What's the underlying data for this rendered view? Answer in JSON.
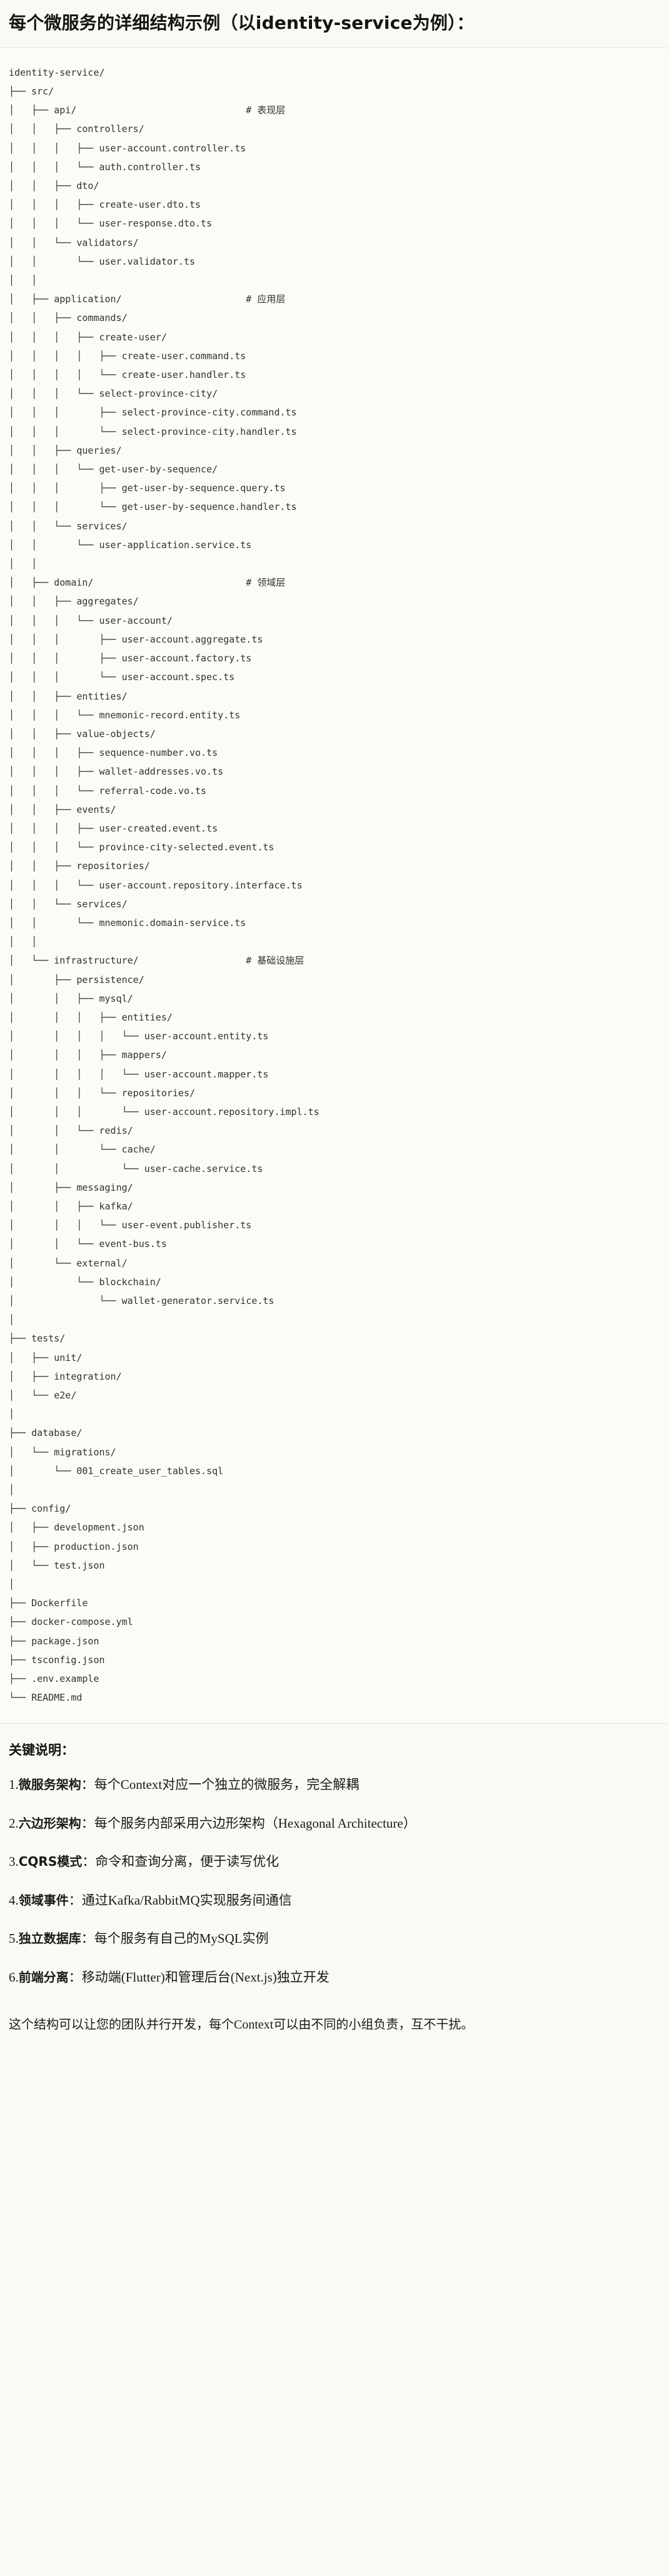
{
  "document": {
    "heading": "每个微服务的详细结构示例（以identity-service为例）："
  },
  "tree": {
    "root": "identity-service/",
    "text": "identity-service/\n├── src/\n│   ├── api/                              # 表现层\n│   │   ├── controllers/\n│   │   │   ├── user-account.controller.ts\n│   │   │   └── auth.controller.ts\n│   │   ├── dto/\n│   │   │   ├── create-user.dto.ts\n│   │   │   └── user-response.dto.ts\n│   │   └── validators/\n│   │       └── user.validator.ts\n│   │\n│   ├── application/                      # 应用层\n│   │   ├── commands/\n│   │   │   ├── create-user/\n│   │   │   │   ├── create-user.command.ts\n│   │   │   │   └── create-user.handler.ts\n│   │   │   └── select-province-city/\n│   │   │       ├── select-province-city.command.ts\n│   │   │       └── select-province-city.handler.ts\n│   │   ├── queries/\n│   │   │   └── get-user-by-sequence/\n│   │   │       ├── get-user-by-sequence.query.ts\n│   │   │       └── get-user-by-sequence.handler.ts\n│   │   └── services/\n│   │       └── user-application.service.ts\n│   │\n│   ├── domain/                           # 领域层\n│   │   ├── aggregates/\n│   │   │   └── user-account/\n│   │   │       ├── user-account.aggregate.ts\n│   │   │       ├── user-account.factory.ts\n│   │   │       └── user-account.spec.ts\n│   │   ├── entities/\n│   │   │   └── mnemonic-record.entity.ts\n│   │   ├── value-objects/\n│   │   │   ├── sequence-number.vo.ts\n│   │   │   ├── wallet-addresses.vo.ts\n│   │   │   └── referral-code.vo.ts\n│   │   ├── events/\n│   │   │   ├── user-created.event.ts\n│   │   │   └── province-city-selected.event.ts\n│   │   ├── repositories/\n│   │   │   └── user-account.repository.interface.ts\n│   │   └── services/\n│   │       └── mnemonic.domain-service.ts\n│   │\n│   └── infrastructure/                   # 基础设施层\n│       ├── persistence/\n│       │   ├── mysql/\n│       │   │   ├── entities/\n│       │   │   │   └── user-account.entity.ts\n│       │   │   ├── mappers/\n│       │   │   │   └── user-account.mapper.ts\n│       │   │   └── repositories/\n│       │   │       └── user-account.repository.impl.ts\n│       │   └── redis/\n│       │       └── cache/\n│       │           └── user-cache.service.ts\n│       ├── messaging/\n│       │   ├── kafka/\n│       │   │   └── user-event.publisher.ts\n│       │   └── event-bus.ts\n│       └── external/\n│           └── blockchain/\n│               └── wallet-generator.service.ts\n│\n├── tests/\n│   ├── unit/\n│   ├── integration/\n│   └── e2e/\n│\n├── database/\n│   └── migrations/\n│       └── 001_create_user_tables.sql\n│\n├── config/\n│   ├── development.json\n│   ├── production.json\n│   └── test.json\n│\n├── Dockerfile\n├── docker-compose.yml\n├── package.json\n├── tsconfig.json\n├── .env.example\n└── README.md",
    "layer_comments": [
      {
        "path": "api/",
        "comment": "# 表现层"
      },
      {
        "path": "application/",
        "comment": "# 应用层"
      },
      {
        "path": "domain/",
        "comment": "# 领域层"
      },
      {
        "path": "infrastructure/",
        "comment": "# 基础设施层"
      }
    ]
  },
  "notes": {
    "title": "关键说明：",
    "items": [
      {
        "num": "1.",
        "term": "微服务架构",
        "sep": "：",
        "desc": "每个Context对应一个独立的微服务，完全解耦"
      },
      {
        "num": "2.",
        "term": "六边形架构",
        "sep": "：",
        "desc": "每个服务内部采用六边形架构（Hexagonal Architecture）"
      },
      {
        "num": "3.",
        "term": "CQRS模式",
        "sep": "：",
        "desc": "命令和查询分离，便于读写优化"
      },
      {
        "num": "4.",
        "term": "领域事件",
        "sep": "：",
        "desc": "通过Kafka/RabbitMQ实现服务间通信"
      },
      {
        "num": "5.",
        "term": "独立数据库",
        "sep": "：",
        "desc": "每个服务有自己的MySQL实例"
      },
      {
        "num": "6.",
        "term": "前端分离",
        "sep": "：",
        "desc": "移动端(Flutter)和管理后台(Next.js)独立开发"
      }
    ]
  },
  "closing": "这个结构可以让您的团队并行开发，每个Context可以由不同的小组负责，互不干扰。",
  "colors": {
    "page_background": "#faf9f5",
    "code_background": "#fcfbf8",
    "text": "#1a1a18",
    "code_text": "#32312d",
    "rule": "#e6e3da"
  }
}
